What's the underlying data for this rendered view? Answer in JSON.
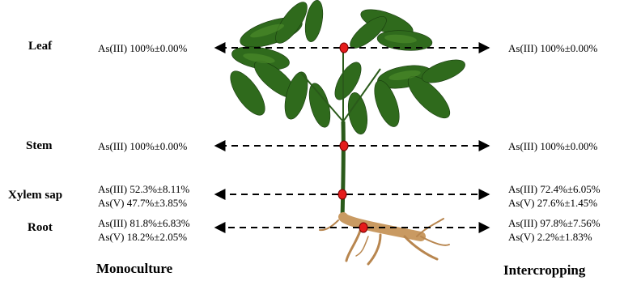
{
  "organs": {
    "leaf": "Leaf",
    "stem": "Stem",
    "xylem": "Xylem sap",
    "root": "Root"
  },
  "monoculture": {
    "label": "Monoculture",
    "leaf": [
      "As(III) 100%±0.00%"
    ],
    "stem": [
      "As(III) 100%±0.00%"
    ],
    "xylem": [
      "As(III) 52.3%±8.11%",
      "As(V) 47.7%±3.85%"
    ],
    "root": [
      "As(III) 81.8%±6.83%",
      "As(V) 18.2%±2.05%"
    ]
  },
  "intercropping": {
    "label": "Intercropping",
    "leaf": [
      "As(III) 100%±0.00%"
    ],
    "stem": [
      "As(III) 100%±0.00%"
    ],
    "xylem": [
      "As(III) 72.4%±6.05%",
      "As(V) 27.6%±1.45%"
    ],
    "root": [
      "As(III) 97.8%±7.56%",
      "As(V) 2.2%±1.83%"
    ]
  },
  "colors": {
    "leaf_dark": "#1f4a12",
    "leaf_mid": "#3d7a22",
    "stem": "#2a5a1a",
    "root": "#c99a62",
    "marker": "#e51b1b"
  }
}
